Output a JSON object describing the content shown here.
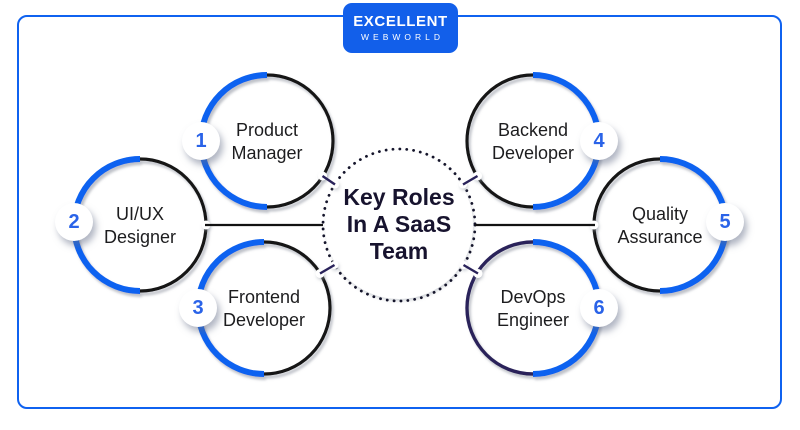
{
  "logo": {
    "name": "EXCELLENT",
    "tagline": "WEBWORLD"
  },
  "center_circle": {
    "line1": "Key Roles",
    "line2": "In A SaaS",
    "line3": "Team"
  },
  "roles": [
    {
      "number": "1",
      "line1": "Product",
      "line2": "Manager"
    },
    {
      "number": "2",
      "line1": "UI/UX",
      "line2": "Designer"
    },
    {
      "number": "3",
      "line1": "Frontend",
      "line2": "Developer"
    },
    {
      "number": "4",
      "line1": "Backend",
      "line2": "Developer"
    },
    {
      "number": "5",
      "line1": "Quality",
      "line2": "Assurance"
    },
    {
      "number": "6",
      "line1": "DevOps",
      "line2": "Engineer"
    }
  ],
  "colors": {
    "accent_blue": "#0F62F0",
    "ring_black": "#121212",
    "ring_navy": "#29225A",
    "badge_number_blue": "#2A63E8",
    "center_text": "#17132E",
    "label_text": "#1D1D1F",
    "logo_bg": "#125FEA",
    "frame_border": "#0F62F0"
  }
}
